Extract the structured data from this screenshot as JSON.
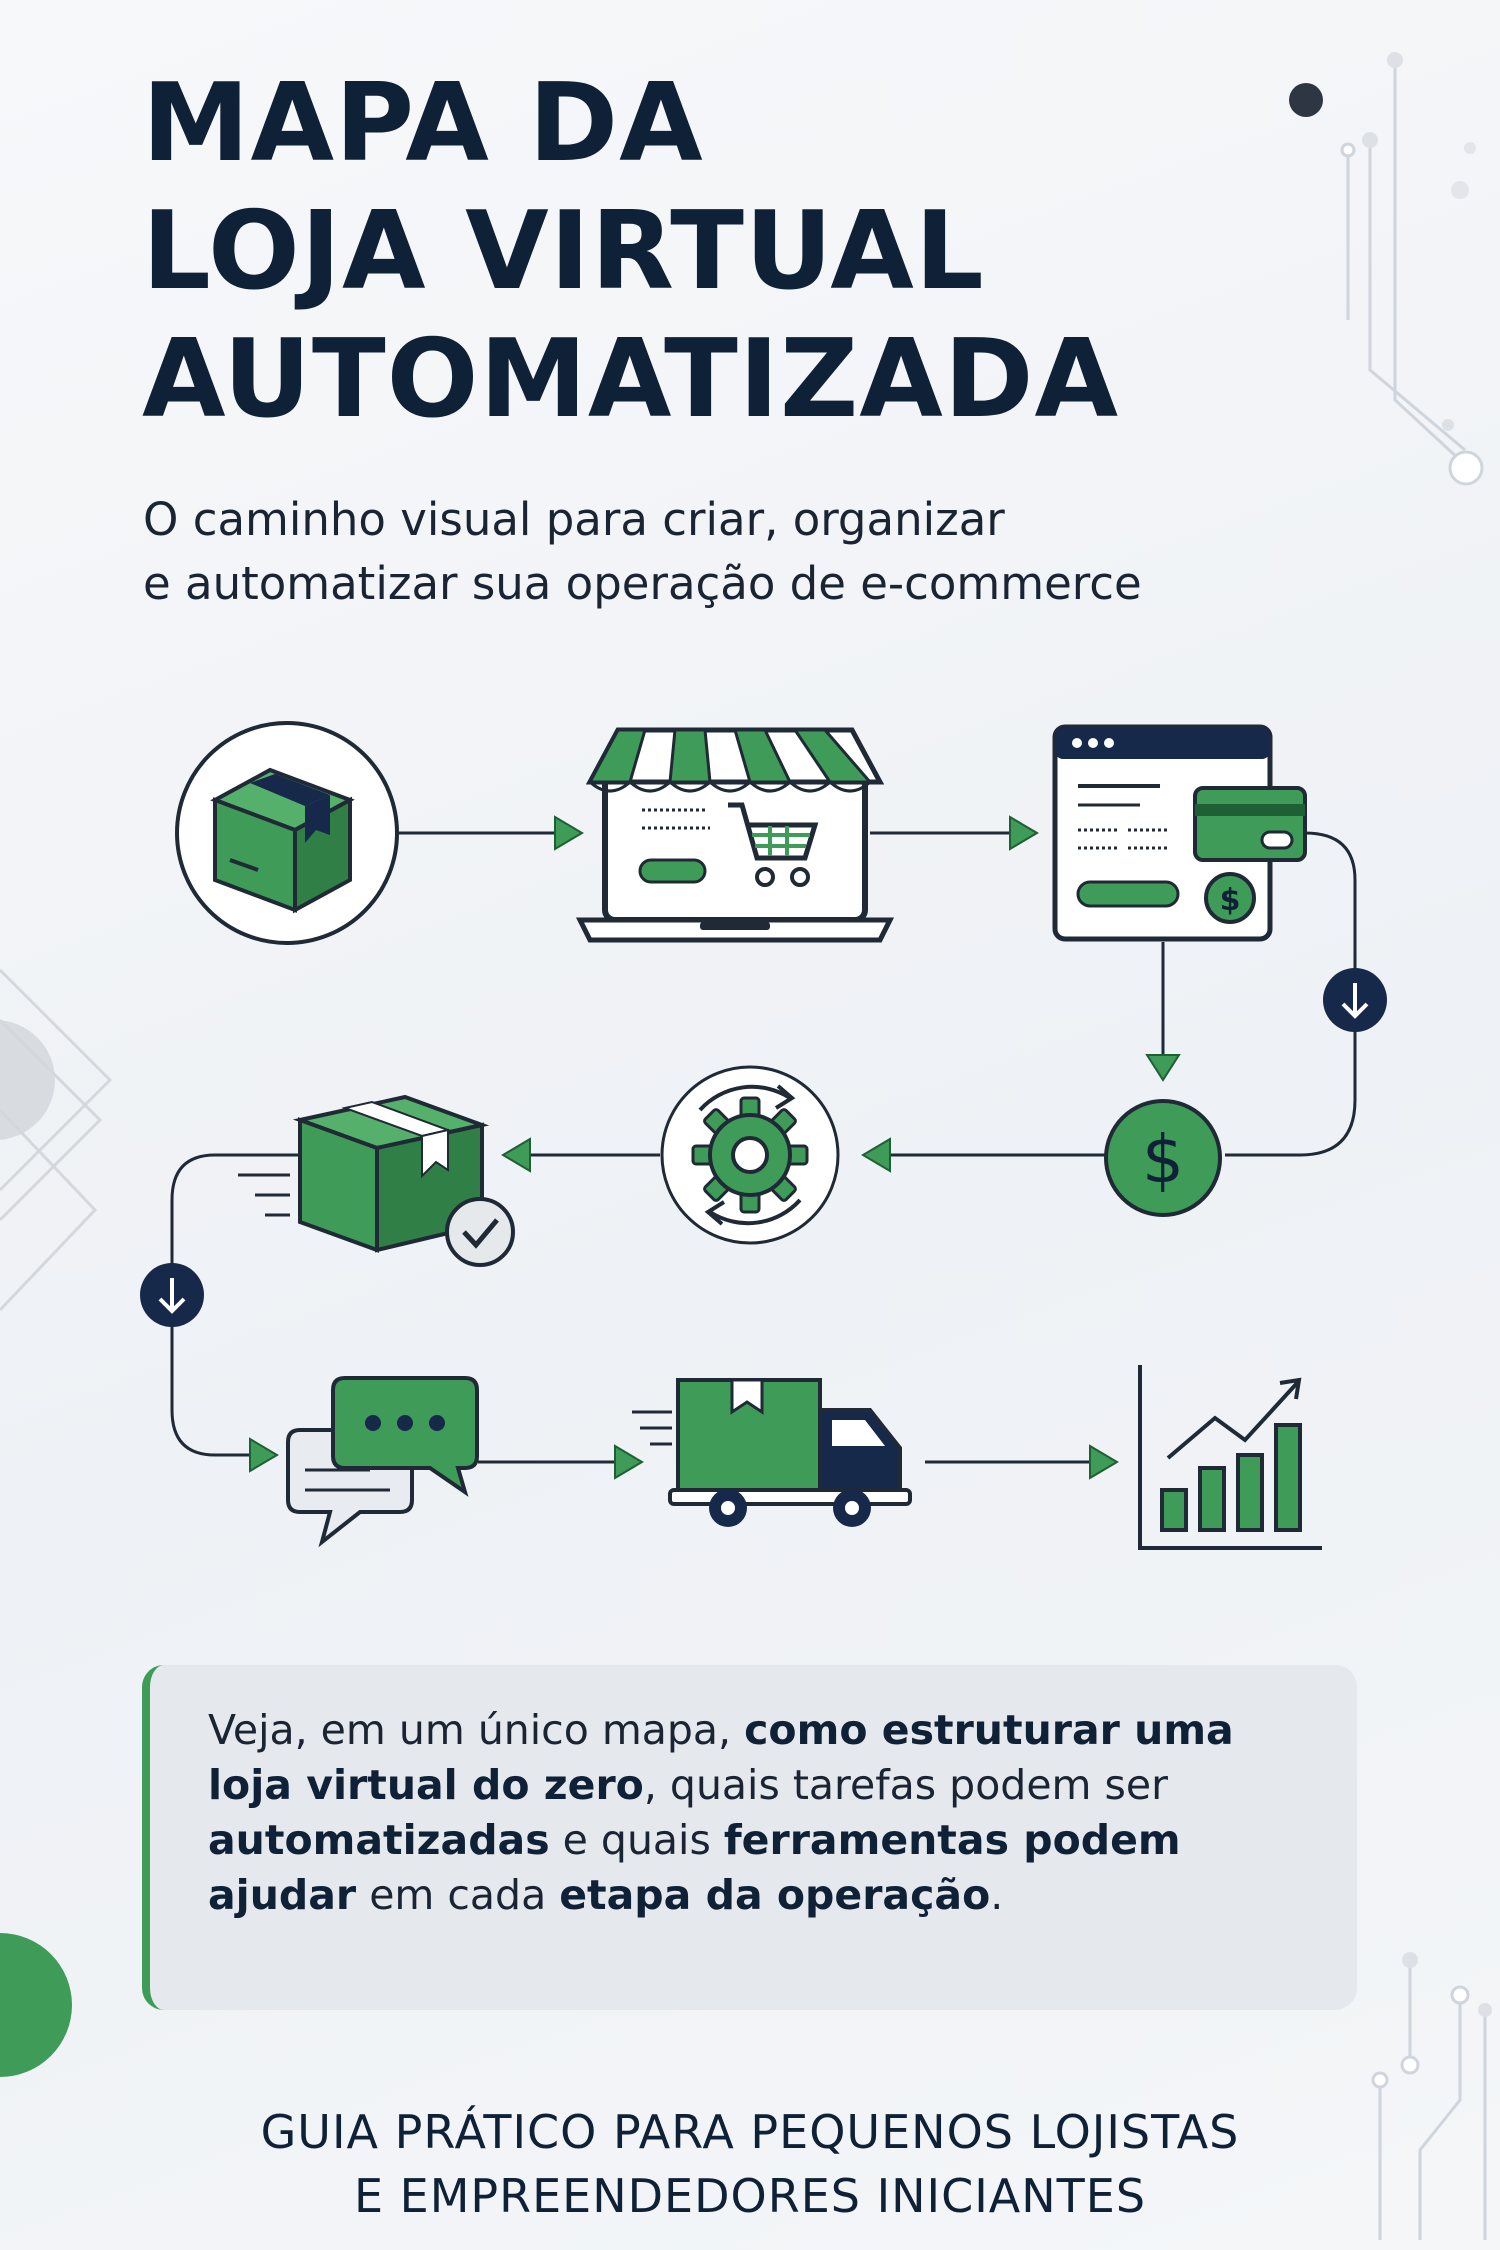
{
  "title": {
    "line1": "MAPA DA",
    "line2": "LOJA VIRTUAL",
    "line3": "AUTOMATIZADA"
  },
  "subtitle": {
    "line1": "O caminho visual para criar, organizar",
    "line2": "e automatizar sua operação de e-commerce"
  },
  "callout": {
    "segments": [
      {
        "text": "Veja, em um único mapa, ",
        "bold": false
      },
      {
        "text": "como estruturar uma loja virtual do zero",
        "bold": true
      },
      {
        "text": ", quais tarefas podem ser ",
        "bold": false
      },
      {
        "text": "automatizadas",
        "bold": true
      },
      {
        "text": " e quais ",
        "bold": false
      },
      {
        "text": "ferramentas podem ajudar",
        "bold": true
      },
      {
        "text": " em cada ",
        "bold": false
      },
      {
        "text": "etapa da operação",
        "bold": true
      },
      {
        "text": ".",
        "bold": false
      }
    ]
  },
  "footer": {
    "line1": "GUIA PRÁTICO PARA PEQUENOS LOJISTAS",
    "line2": "E EMPREENDEDORES INICIANTES"
  },
  "flow": {
    "steps": [
      {
        "icon": "package-box-icon"
      },
      {
        "icon": "storefront-laptop-icon"
      },
      {
        "icon": "checkout-payment-icon"
      },
      {
        "icon": "dollar-coin-icon"
      },
      {
        "icon": "automation-gear-icon"
      },
      {
        "icon": "packed-box-check-icon"
      },
      {
        "icon": "chat-bubbles-icon"
      },
      {
        "icon": "delivery-truck-icon"
      },
      {
        "icon": "growth-chart-icon"
      }
    ]
  },
  "colors": {
    "green": "#3f9b58",
    "dark_green": "#1f5f35",
    "navy": "#0f2137",
    "callout_bg": "#e5e8ec"
  }
}
